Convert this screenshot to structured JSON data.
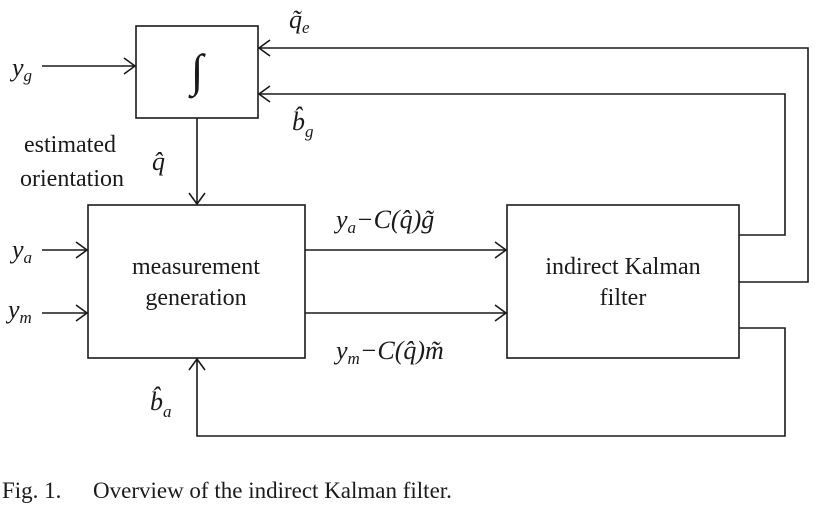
{
  "blocks": {
    "integrator": "∫",
    "measurement": [
      "measurement",
      "generation"
    ],
    "kalman": [
      "indirect Kalman",
      "filter"
    ]
  },
  "inputs": {
    "yg": {
      "base": "y",
      "sub": "g"
    },
    "ya": {
      "base": "y",
      "sub": "a"
    },
    "ym": {
      "base": "y",
      "sub": "m"
    }
  },
  "feedback": {
    "qe": {
      "base": "q̃",
      "sub": "e"
    },
    "bg": {
      "base": "b̂",
      "sub": "g"
    },
    "ba": {
      "base": "b̂",
      "sub": "a"
    }
  },
  "estimated": {
    "text": [
      "estimated",
      "orientation"
    ],
    "symbol": "q̂"
  },
  "signals": {
    "accel": {
      "y": "y",
      "sub": "a",
      "rest": "−C(q̂)g̃"
    },
    "mag": {
      "y": "y",
      "sub": "m",
      "rest": "−C(q̂)m̃"
    }
  },
  "caption": {
    "num": "Fig. 1.",
    "text": "Overview of the indirect Kalman filter."
  }
}
